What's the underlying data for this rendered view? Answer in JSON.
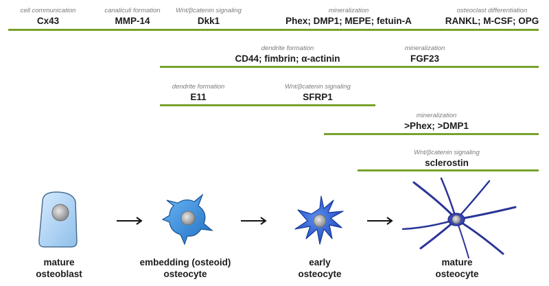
{
  "rows": [
    {
      "items": [
        {
          "category": "cell communication",
          "markers": "Cx43"
        },
        {
          "category": "canaliculi formation",
          "markers": "MMP-14"
        },
        {
          "category": "Wnt/βcatenin signaling",
          "markers": "Dkk1"
        },
        {
          "category": "mineralization",
          "markers": "Phex; DMP1; MEPE; fetuin-A"
        },
        {
          "category": "osteoclast differentiation",
          "markers": "RANKL; M-CSF; OPG"
        }
      ]
    },
    {
      "items": [
        {
          "category": "dendrite formation",
          "markers": "CD44; fimbrin; α-actinin"
        },
        {
          "category": "mineralization",
          "markers": "FGF23"
        }
      ]
    },
    {
      "items": [
        {
          "category": "dendrite formation",
          "markers": "E11"
        },
        {
          "category": "Wnt/βcatenin signaling",
          "markers": "SFRP1"
        }
      ]
    },
    {
      "items": [
        {
          "category": "mineralization",
          "markers": ">Phex; >DMP1"
        }
      ]
    },
    {
      "items": [
        {
          "category": "Wnt/βcatenin signaling",
          "markers": "sclerostin"
        }
      ]
    }
  ],
  "stages": [
    {
      "line1": "mature",
      "line2": "osteoblast"
    },
    {
      "line1": "embedding (osteoid)",
      "line2": "osteocyte"
    },
    {
      "line1": "early",
      "line2": "osteocyte"
    },
    {
      "line1": "mature",
      "line2": "osteocyte"
    }
  ],
  "colors": {
    "bar": "#77a22b",
    "osteoblast": "#a9d0f5",
    "embedding": "#3d97e8",
    "early": "#2f62d6",
    "mature": "#28339a",
    "nucleus": "#b5b5b5"
  }
}
